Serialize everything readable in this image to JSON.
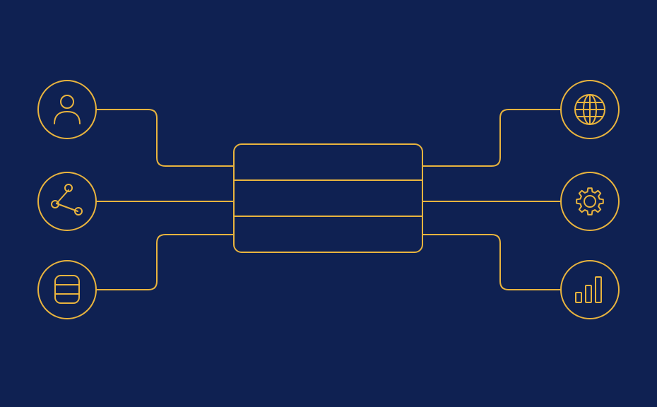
{
  "colors": {
    "background": "#0f2152",
    "line": "#e9b43e"
  },
  "diagram": {
    "hub": {
      "name": "central-hub",
      "rows": 3
    },
    "left_nodes": [
      {
        "name": "user-node",
        "icon": "user-icon"
      },
      {
        "name": "share-node",
        "icon": "share-icon"
      },
      {
        "name": "database-node",
        "icon": "database-icon"
      }
    ],
    "right_nodes": [
      {
        "name": "globe-node",
        "icon": "globe-icon"
      },
      {
        "name": "settings-node",
        "icon": "gear-icon"
      },
      {
        "name": "analytics-node",
        "icon": "bar-chart-icon"
      }
    ]
  }
}
